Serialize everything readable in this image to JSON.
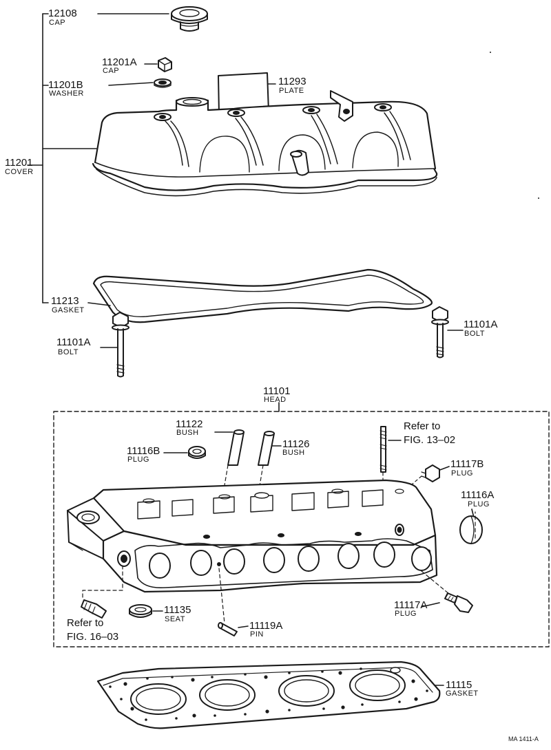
{
  "colors": {
    "ink": "#1a1a1a",
    "background": "#ffffff"
  },
  "parts": [
    {
      "id": "cap-12108",
      "number": "12108",
      "name": "CAP"
    },
    {
      "id": "cap-11201a",
      "number": "11201A",
      "name": "CAP"
    },
    {
      "id": "washer-11201b",
      "number": "11201B",
      "name": "WASHER"
    },
    {
      "id": "plate-11293",
      "number": "11293",
      "name": "PLATE"
    },
    {
      "id": "cover-11201",
      "number": "11201",
      "name": "COVER"
    },
    {
      "id": "gasket-11213",
      "number": "11213",
      "name": "GASKET"
    },
    {
      "id": "bolt-11101a-left",
      "number": "11101A",
      "name": "BOLT"
    },
    {
      "id": "bolt-11101a-right",
      "number": "11101A",
      "name": "BOLT"
    },
    {
      "id": "head-11101",
      "number": "11101",
      "name": "HEAD"
    },
    {
      "id": "bush-11122",
      "number": "11122",
      "name": "BUSH"
    },
    {
      "id": "bush-11126",
      "number": "11126",
      "name": "BUSH"
    },
    {
      "id": "plug-11116b",
      "number": "11116B",
      "name": "PLUG"
    },
    {
      "id": "plug-11117b",
      "number": "11117B",
      "name": "PLUG"
    },
    {
      "id": "plug-11116a",
      "number": "11116A",
      "name": "PLUG"
    },
    {
      "id": "plug-11117a",
      "number": "11117A",
      "name": "PLUG"
    },
    {
      "id": "seat-11135",
      "number": "11135",
      "name": "SEAT"
    },
    {
      "id": "pin-11119a",
      "number": "11119A",
      "name": "PIN"
    },
    {
      "id": "gasket-11115",
      "number": "11115",
      "name": "GASKET"
    }
  ],
  "references": [
    {
      "line1": "Refer to",
      "line2": "FIG. 13–02"
    },
    {
      "line1": "Refer to",
      "line2": "FIG. 16–03"
    }
  ],
  "figure_code": "MA 1411-A"
}
